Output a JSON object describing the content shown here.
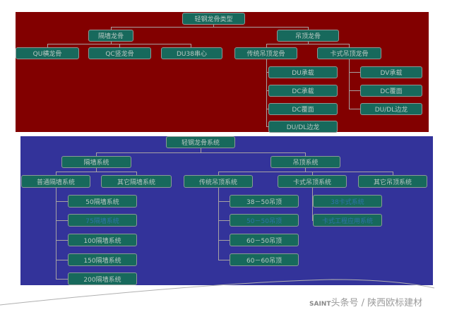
{
  "types": {
    "root": "轻钢龙骨类型",
    "wall": "隔墙龙骨",
    "ceiling": "吊顶龙骨",
    "wall_children": [
      "QU横龙骨",
      "QC竖龙骨",
      "DU38串心"
    ],
    "ceiling_children": [
      "传统吊顶龙骨",
      "卡式吊顶龙骨"
    ],
    "traditional_children": [
      "DU承载",
      "DC承载",
      "DC覆面",
      "DU/DL边龙"
    ],
    "card_children": [
      "DV承载",
      "DC覆面",
      "DU/DL边龙"
    ]
  },
  "systems": {
    "root": "轻钢龙骨系统",
    "wall": "隔墙系统",
    "ceiling": "吊顶系统",
    "wall_children": [
      "普通隔墙系统",
      "其它隔墙系统"
    ],
    "ceiling_children": [
      "传统吊顶系统",
      "卡式吊顶系统",
      "其它吊顶系统"
    ],
    "ordinary_wall_children": [
      "50隔墙系统",
      "75隔墙系统",
      "100隔墙系统",
      "150隔墙系统",
      "200隔墙系统"
    ],
    "traditional_children": [
      "38－50吊顶",
      "50－50吊顶",
      "60－50吊顶",
      "60－60吊顶"
    ],
    "card_children": [
      "38卡式系统",
      "卡式工程应用系统"
    ]
  },
  "watermark": {
    "brand": "SAINT",
    "text": "头条号 / 陕西欧标建材"
  },
  "colors": {
    "red_panel": "#820000",
    "blue_panel": "#33339a",
    "node": "#17695c"
  }
}
